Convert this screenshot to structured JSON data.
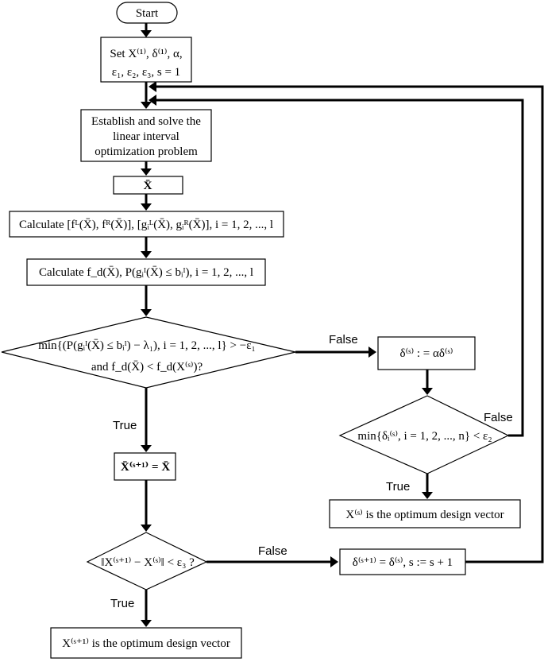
{
  "nodes": {
    "start": "Start",
    "init_line1": "Set  X⁽¹⁾, δ⁽¹⁾, α,",
    "init_line2": "ε₁, ε₂, ε₃, s = 1",
    "solve_line1": "Establish and solve the",
    "solve_line2": "linear interval",
    "solve_line3": "optimization problem",
    "xbar": "X̄",
    "calc1": "Calculate [fᴸ(X̄), fᴿ(X̄)], [gᵢᴸ(X̄), gᵢᴿ(X̄)], i = 1, 2, ..., l",
    "calc2": "Calculate f_d(X̄), P(gᵢᴵ(X̄) ≤ bᵢᴵ), i = 1, 2, ..., l",
    "decision1_line1": "min{(P(gᵢᴵ(X̄) ≤ bᵢᴵ) − λ₁), i = 1, 2, ..., l} > −ε₁",
    "decision1_line2": "and f_d(X̄) < f_d(X⁽ˢ⁾)?",
    "update_delta": "δ⁽ˢ⁾ : = αδ⁽ˢ⁾",
    "decision2": "min{δᵢ⁽ˢ⁾, i = 1, 2, ..., n} < ε₂",
    "result_right": "X⁽ˢ⁾  is the optimum design vector",
    "assign_x": "X̄⁽ˢ⁺¹⁾ = X̄",
    "decision3": "‖X⁽ˢ⁺¹⁾ − X⁽ˢ⁾‖ < ε₃ ?",
    "update_s": "δ⁽ˢ⁺¹⁾ = δ⁽ˢ⁾,  s := s + 1",
    "result_bottom": "X⁽ˢ⁺¹⁾  is the optimum design vector"
  },
  "edge_labels": {
    "d1_false": "False",
    "d1_true": "True",
    "d2_false": "False",
    "d2_true": "True",
    "d3_false": "False",
    "d3_true": "True"
  }
}
